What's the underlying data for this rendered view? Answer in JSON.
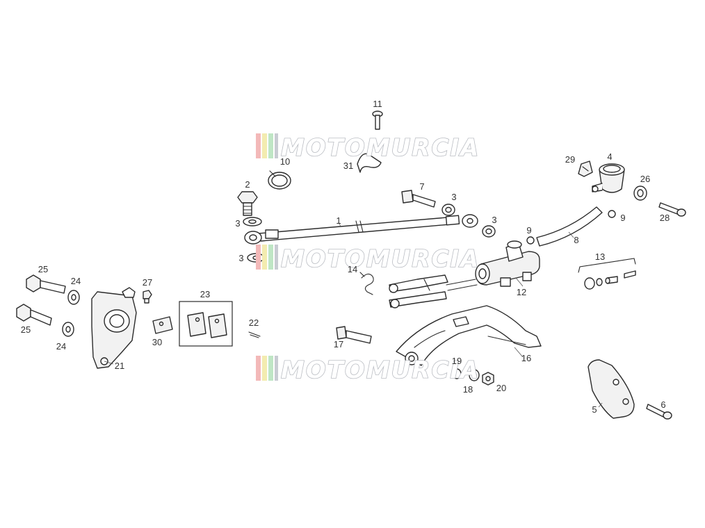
{
  "watermark": {
    "text": "MOTOMURCIA",
    "stripe_colors": [
      "#f3b9b9",
      "#f3ecb0",
      "#bfe6c5",
      "#c9ccd3"
    ]
  },
  "callouts": [
    {
      "id": "c1",
      "label": "1"
    },
    {
      "id": "c2",
      "label": "2"
    },
    {
      "id": "c3a",
      "label": "3"
    },
    {
      "id": "c3b",
      "label": "3"
    },
    {
      "id": "c3c",
      "label": "3"
    },
    {
      "id": "c3d",
      "label": "3"
    },
    {
      "id": "c4",
      "label": "4"
    },
    {
      "id": "c5",
      "label": "5"
    },
    {
      "id": "c6",
      "label": "6"
    },
    {
      "id": "c7",
      "label": "7"
    },
    {
      "id": "c8",
      "label": "8"
    },
    {
      "id": "c9a",
      "label": "9"
    },
    {
      "id": "c9b",
      "label": "9"
    },
    {
      "id": "c10",
      "label": "10"
    },
    {
      "id": "c11",
      "label": "11"
    },
    {
      "id": "c12",
      "label": "12"
    },
    {
      "id": "c13",
      "label": "13"
    },
    {
      "id": "c14",
      "label": "14"
    },
    {
      "id": "c16",
      "label": "16"
    },
    {
      "id": "c17",
      "label": "17"
    },
    {
      "id": "c18",
      "label": "18"
    },
    {
      "id": "c19",
      "label": "19"
    },
    {
      "id": "c20",
      "label": "20"
    },
    {
      "id": "c21",
      "label": "21"
    },
    {
      "id": "c22",
      "label": "22"
    },
    {
      "id": "c23",
      "label": "23"
    },
    {
      "id": "c24a",
      "label": "24"
    },
    {
      "id": "c24b",
      "label": "24"
    },
    {
      "id": "c25a",
      "label": "25"
    },
    {
      "id": "c25b",
      "label": "25"
    },
    {
      "id": "c26",
      "label": "26"
    },
    {
      "id": "c27",
      "label": "27"
    },
    {
      "id": "c28",
      "label": "28"
    },
    {
      "id": "c29",
      "label": "29"
    },
    {
      "id": "c30",
      "label": "30"
    },
    {
      "id": "c31",
      "label": "31"
    }
  ]
}
